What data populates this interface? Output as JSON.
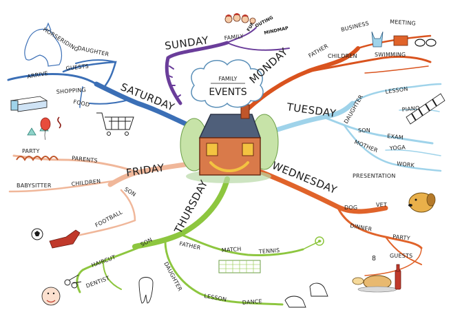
{
  "center": {
    "line1": "FAMILY",
    "line2": "EVENTS"
  },
  "days": {
    "sunday": "SUNDAY",
    "monday": "MONDAY",
    "tuesday": "TUESDAY",
    "wednesday": "WEDNESDAY",
    "thursday": "THURSDAY",
    "friday": "FRIDAY",
    "saturday": "SATURDAY"
  },
  "sunday": {
    "family": "FAMILY",
    "fun": "FUN",
    "outing": "OUTING",
    "mindmap": "MINDMAP"
  },
  "monday": {
    "father": "FATHER",
    "business": "BUSINESS",
    "meeting": "MEETING",
    "children": "CHILDREN",
    "swimming": "SWIMMING"
  },
  "tuesday": {
    "daughter": "DAUGHTER",
    "lesson": "LESSON",
    "piano": "PIANO",
    "son": "SON",
    "exam": "EXAM",
    "mother": "MOTHER",
    "yoga": "YOGA",
    "work": "WORK",
    "presentation": "PRESENTATION"
  },
  "wednesday": {
    "dog": "DOG",
    "vet": "VET",
    "dinner": "DINNER",
    "party": "PARTY",
    "eight": "8",
    "guests": "GUESTS"
  },
  "thursday": {
    "father": "FATHER",
    "match": "MATCH",
    "tennis": "TENNIS",
    "son": "SON",
    "haircut": "HAIRCUT",
    "dentist": "DENTIST",
    "daughter": "DAUGHTER",
    "lesson": "LESSON",
    "dance": "DANCE"
  },
  "friday": {
    "party": "PARTY",
    "parents": "PARENTS",
    "babysitter": "BABYSITTER",
    "children": "CHILDREN",
    "son": "SON",
    "football": "FOOTBALL"
  },
  "saturday": {
    "horseriding": "HORSERIDING",
    "daughter": "DAUGHTER",
    "arrive": "ARRIVE",
    "guests": "GUESTS",
    "shopping": "SHOPPING",
    "food": "FOOD"
  },
  "colors": {
    "sunday": "#6a3d9a",
    "monday": "#d9531e",
    "tuesday": "#9fd3ea",
    "wednesday": "#e0632a",
    "thursday": "#8dc63f",
    "friday": "#f0b79a",
    "saturday": "#3b6fb6"
  }
}
